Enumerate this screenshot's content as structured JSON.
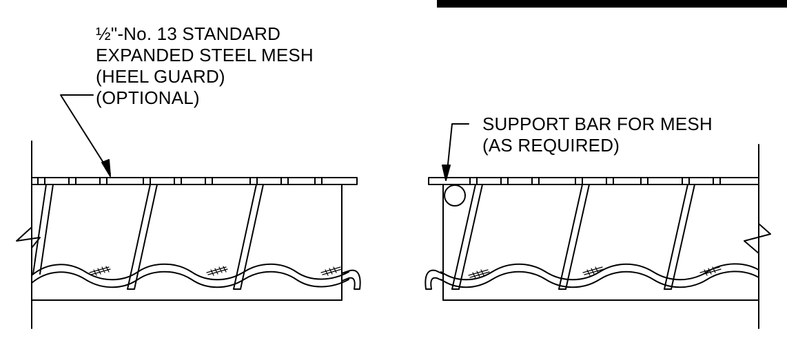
{
  "labels": {
    "mesh_fraction": "½",
    "mesh_line1_rest": "\"-No. 13 STANDARD",
    "mesh_line2": "EXPANDED STEEL MESH",
    "mesh_line3": "(HEEL GUARD)",
    "mesh_line4": "(OPTIONAL)",
    "support_line1": "SUPPORT BAR FOR MESH",
    "support_line2": "(AS REQUIRED)"
  },
  "colors": {
    "ink": "#000000",
    "background": "#ffffff"
  }
}
